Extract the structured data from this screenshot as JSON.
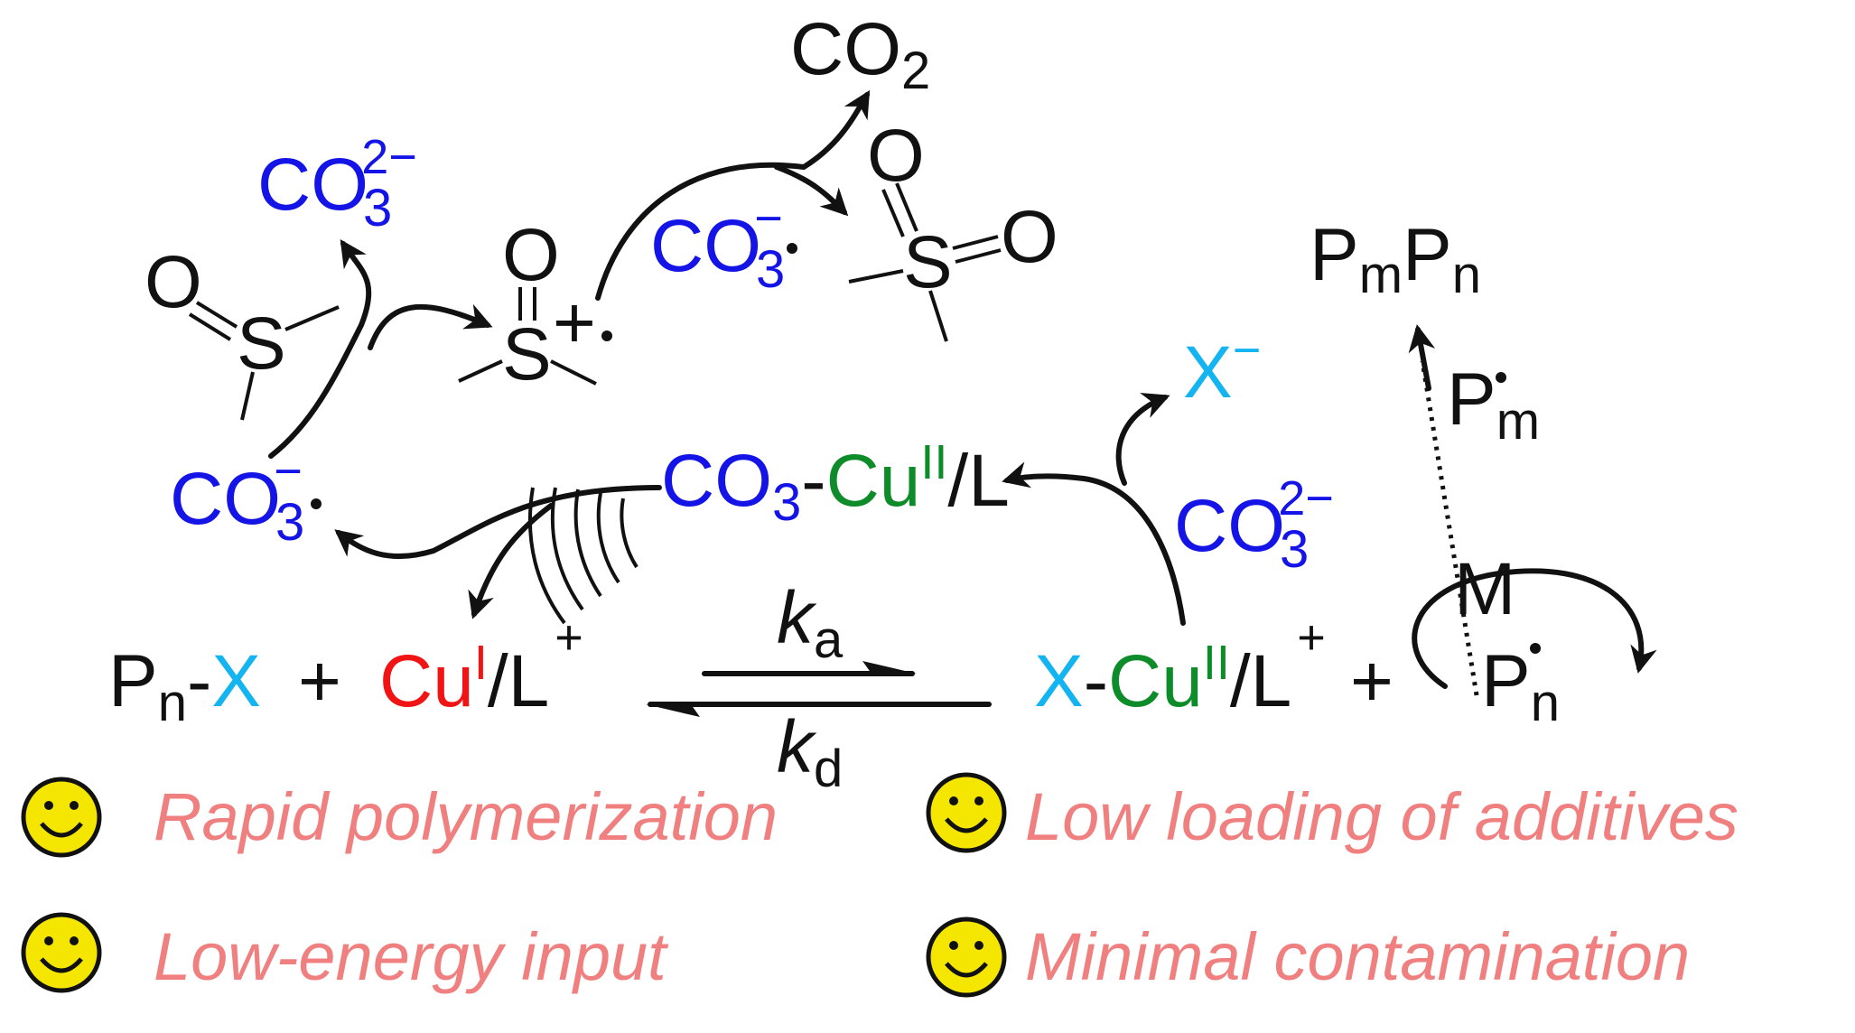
{
  "colors": {
    "carbonate": "#1414e6",
    "halide": "#14b4f0",
    "copper_ii": "#0e8c2a",
    "copper_i": "#f01414",
    "advantage_text": "#f08080",
    "smiley_face": "#f5e600"
  },
  "species": {
    "co2": {
      "base": "CO",
      "sub": "2"
    },
    "carbonate_top": {
      "base": "CO",
      "sub": "3",
      "sup": "2−"
    },
    "carbonate_radical_top": {
      "base": "CO",
      "sub": "3",
      "sup": "−"
    },
    "carbonate_radical_left": {
      "base": "CO",
      "sub": "3",
      "sup": "−"
    },
    "carbonate_right": {
      "base": "CO",
      "sub": "3",
      "sup": "2−"
    },
    "dmso_o": "O",
    "dmso_s": "S",
    "dmso_cation_o": "O",
    "dmso_cation_s": "S",
    "dmso_cation_charge": "+",
    "sulfone_o_top": "O",
    "sulfone_o_right": "O",
    "sulfone_s": "S",
    "x_minus": {
      "base": "X",
      "sup": "−"
    },
    "pmpn": {
      "p1": "P",
      "m": "m",
      "p2": "P",
      "n": "n"
    },
    "pm_radical": {
      "base": "P",
      "sub": "m"
    },
    "monomer": "M",
    "pn_radical": {
      "base": "P",
      "sub": "n"
    },
    "cu_carbonate": {
      "co": "CO",
      "sub": "3",
      "dash": "-",
      "cu": "Cu",
      "ox": "II",
      "ligand": "/L"
    },
    "pn_x": {
      "p": "P",
      "sub": "n",
      "dash": "-",
      "x": "X"
    },
    "plus_1": "+",
    "cu_i": {
      "cu": "Cu",
      "ox": "I",
      "ligand": "/L",
      "charge": "+"
    },
    "x_cu_ii": {
      "x": "X",
      "dash": "-",
      "cu": "Cu",
      "ox": "II",
      "ligand": "/L",
      "charge": "+"
    },
    "plus_2": "+",
    "ka": {
      "k": "k",
      "sub": "a"
    },
    "kd": {
      "k": "k",
      "sub": "d"
    }
  },
  "advantages": [
    {
      "label": "Rapid polymerization",
      "icon": "smiley-icon"
    },
    {
      "label": "Low loading  of additives",
      "icon": "smiley-icon"
    },
    {
      "label": "Low-energy  input",
      "icon": "smiley-icon"
    },
    {
      "label": "Minimal  contamination",
      "icon": "smiley-icon"
    }
  ]
}
